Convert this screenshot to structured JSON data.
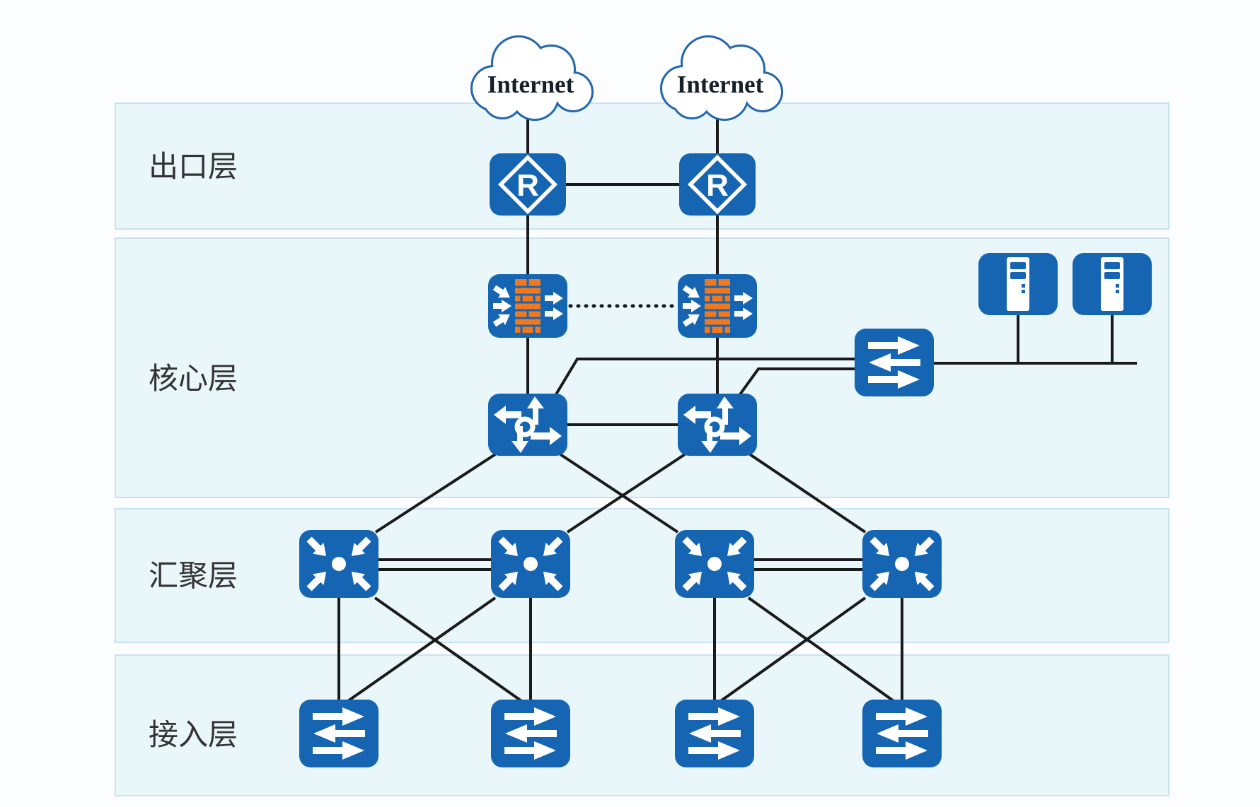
{
  "layers": [
    {
      "id": "egress",
      "label": "出口层"
    },
    {
      "id": "core",
      "label": "核心层"
    },
    {
      "id": "aggregation",
      "label": "汇聚层"
    },
    {
      "id": "access",
      "label": "接入层"
    }
  ],
  "internet_clouds": [
    {
      "label": "Internet"
    },
    {
      "label": "Internet"
    }
  ],
  "icons": {
    "router_letter": "R",
    "cloud": "internet-cloud-icon",
    "router": "diamond-r-router-icon",
    "firewall": "brick-wall-firewall-icon",
    "core_switch": "multi-direction-arrows-l3-switch-icon",
    "aggregation_switch": "inward-arrows-aggregation-switch-icon",
    "access_switch": "horizontal-arrows-switch-icon",
    "server": "tower-server-icon"
  },
  "nodes": [
    {
      "id": "cloud-1",
      "type": "internet-cloud",
      "layer": "above-egress"
    },
    {
      "id": "cloud-2",
      "type": "internet-cloud",
      "layer": "above-egress"
    },
    {
      "id": "router-1",
      "type": "router",
      "layer": "egress"
    },
    {
      "id": "router-2",
      "type": "router",
      "layer": "egress"
    },
    {
      "id": "firewall-1",
      "type": "firewall",
      "layer": "core"
    },
    {
      "id": "firewall-2",
      "type": "firewall",
      "layer": "core"
    },
    {
      "id": "core-switch-1",
      "type": "core-switch",
      "layer": "core"
    },
    {
      "id": "core-switch-2",
      "type": "core-switch",
      "layer": "core"
    },
    {
      "id": "server-switch",
      "type": "access-switch",
      "layer": "core"
    },
    {
      "id": "server-1",
      "type": "server",
      "layer": "core"
    },
    {
      "id": "server-2",
      "type": "server",
      "layer": "core"
    },
    {
      "id": "agg-switch-1",
      "type": "aggregation-switch",
      "layer": "aggregation"
    },
    {
      "id": "agg-switch-2",
      "type": "aggregation-switch",
      "layer": "aggregation"
    },
    {
      "id": "agg-switch-3",
      "type": "aggregation-switch",
      "layer": "aggregation"
    },
    {
      "id": "agg-switch-4",
      "type": "aggregation-switch",
      "layer": "aggregation"
    },
    {
      "id": "access-switch-1",
      "type": "access-switch",
      "layer": "access"
    },
    {
      "id": "access-switch-2",
      "type": "access-switch",
      "layer": "access"
    },
    {
      "id": "access-switch-3",
      "type": "access-switch",
      "layer": "access"
    },
    {
      "id": "access-switch-4",
      "type": "access-switch",
      "layer": "access"
    }
  ],
  "connections": [
    {
      "from": "cloud-1",
      "to": "router-1",
      "style": "solid"
    },
    {
      "from": "cloud-2",
      "to": "router-2",
      "style": "solid"
    },
    {
      "from": "router-1",
      "to": "router-2",
      "style": "solid"
    },
    {
      "from": "router-1",
      "to": "firewall-1",
      "style": "solid"
    },
    {
      "from": "router-2",
      "to": "firewall-2",
      "style": "solid"
    },
    {
      "from": "firewall-1",
      "to": "firewall-2",
      "style": "dotted"
    },
    {
      "from": "firewall-1",
      "to": "core-switch-1",
      "style": "solid"
    },
    {
      "from": "firewall-2",
      "to": "core-switch-2",
      "style": "solid"
    },
    {
      "from": "core-switch-1",
      "to": "core-switch-2",
      "style": "solid"
    },
    {
      "from": "core-switch-1",
      "to": "server-switch",
      "style": "solid"
    },
    {
      "from": "core-switch-2",
      "to": "server-switch",
      "style": "solid"
    },
    {
      "from": "server-switch",
      "to": "server-1",
      "style": "solid"
    },
    {
      "from": "server-switch",
      "to": "server-2",
      "style": "solid"
    },
    {
      "from": "core-switch-1",
      "to": "agg-switch-1",
      "style": "solid"
    },
    {
      "from": "core-switch-1",
      "to": "agg-switch-3",
      "style": "solid"
    },
    {
      "from": "core-switch-2",
      "to": "agg-switch-2",
      "style": "solid"
    },
    {
      "from": "core-switch-2",
      "to": "agg-switch-4",
      "style": "solid"
    },
    {
      "from": "agg-switch-1",
      "to": "agg-switch-2",
      "style": "double"
    },
    {
      "from": "agg-switch-3",
      "to": "agg-switch-4",
      "style": "double"
    },
    {
      "from": "agg-switch-1",
      "to": "access-switch-1",
      "style": "solid"
    },
    {
      "from": "agg-switch-1",
      "to": "access-switch-2",
      "style": "solid"
    },
    {
      "from": "agg-switch-2",
      "to": "access-switch-1",
      "style": "solid"
    },
    {
      "from": "agg-switch-2",
      "to": "access-switch-2",
      "style": "solid"
    },
    {
      "from": "agg-switch-3",
      "to": "access-switch-3",
      "style": "solid"
    },
    {
      "from": "agg-switch-3",
      "to": "access-switch-4",
      "style": "solid"
    },
    {
      "from": "agg-switch-4",
      "to": "access-switch-3",
      "style": "solid"
    },
    {
      "from": "agg-switch-4",
      "to": "access-switch-4",
      "style": "solid"
    }
  ],
  "colors": {
    "node_blue": "#1565b3",
    "brick_orange": "#f0791f",
    "cloud_stroke": "#2467ae",
    "band_fill": "#e9f6fa",
    "band_border": "#c9e3ee",
    "line": "#1a1a1a",
    "label_text": "#333333",
    "background": "#fcfdfe"
  }
}
